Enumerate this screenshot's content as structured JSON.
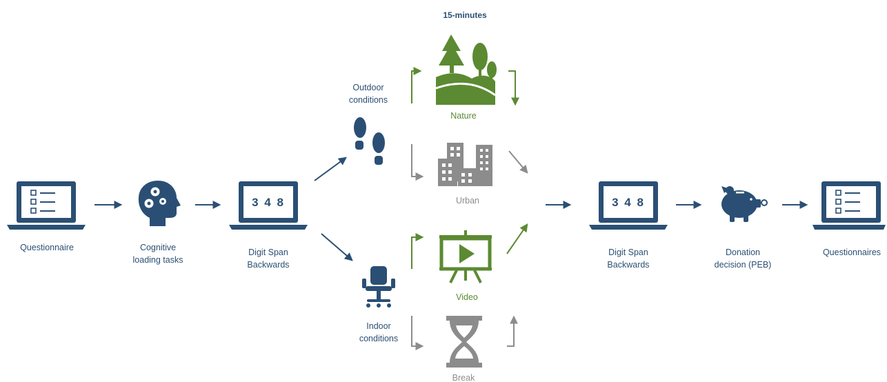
{
  "title": "15-minutes",
  "steps": {
    "questionnaire": "Questionnaire",
    "cognitive_line1": "Cognitive",
    "cognitive_line2": "loading tasks",
    "digit_span_1_line1": "Digit Span",
    "digit_span_1_line2": "Backwards",
    "digit_span_2_line1": "Digit Span",
    "digit_span_2_line2": "Backwards",
    "donation_line1": "Donation",
    "donation_line2": "decision (PEB)",
    "questionnaires": "Questionnaires"
  },
  "screen_digits": "3 4 8",
  "conditions": {
    "outdoor_line1": "Outdoor",
    "outdoor_line2": "conditions",
    "indoor_line1": "Indoor",
    "indoor_line2": "conditions"
  },
  "environments": {
    "nature": "Nature",
    "urban": "Urban",
    "video": "Video",
    "break": "Break"
  },
  "colors": {
    "blue": "#2b4f74",
    "green": "#5b8a32",
    "gray": "#8c8c8c"
  }
}
